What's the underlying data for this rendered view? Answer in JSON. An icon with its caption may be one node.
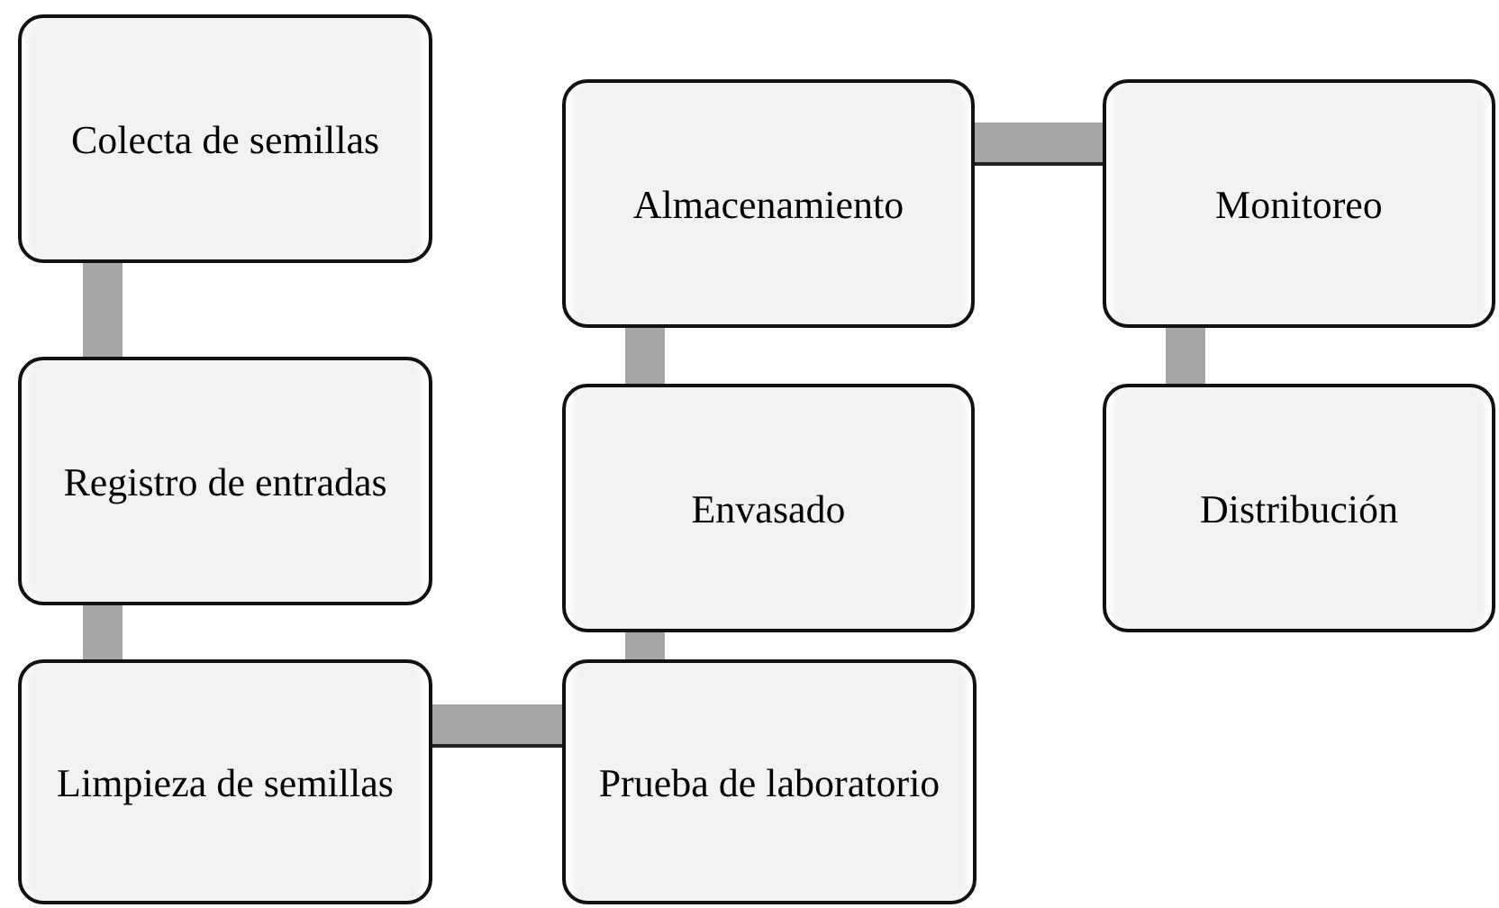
{
  "diagram": {
    "nodes": [
      {
        "text": [
          "Colecta de semillas"
        ]
      },
      {
        "text": [
          "Registro de entradas"
        ]
      },
      {
        "text": [
          "Limpieza de semillas"
        ]
      },
      {
        "text": [
          "Prueba de laboratorio"
        ]
      },
      {
        "text": [
          "Envasado"
        ]
      },
      {
        "text": [
          "Almacenamiento"
        ]
      },
      {
        "text": [
          "Monitoreo"
        ]
      },
      {
        "text": [
          "Distribución"
        ]
      }
    ],
    "edges": [
      {
        "from": 0,
        "to": 1,
        "arrow": "none"
      },
      {
        "from": 1,
        "to": 2,
        "arrow": "none"
      },
      {
        "from": 2,
        "to": 3,
        "arrow": "none"
      },
      {
        "from": 3,
        "to": 4,
        "arrow": "none"
      },
      {
        "from": 4,
        "to": 5,
        "arrow": "none"
      },
      {
        "from": 5,
        "to": 6,
        "arrow": "none"
      },
      {
        "from": 6,
        "to": 7,
        "arrow": "none"
      }
    ]
  }
}
